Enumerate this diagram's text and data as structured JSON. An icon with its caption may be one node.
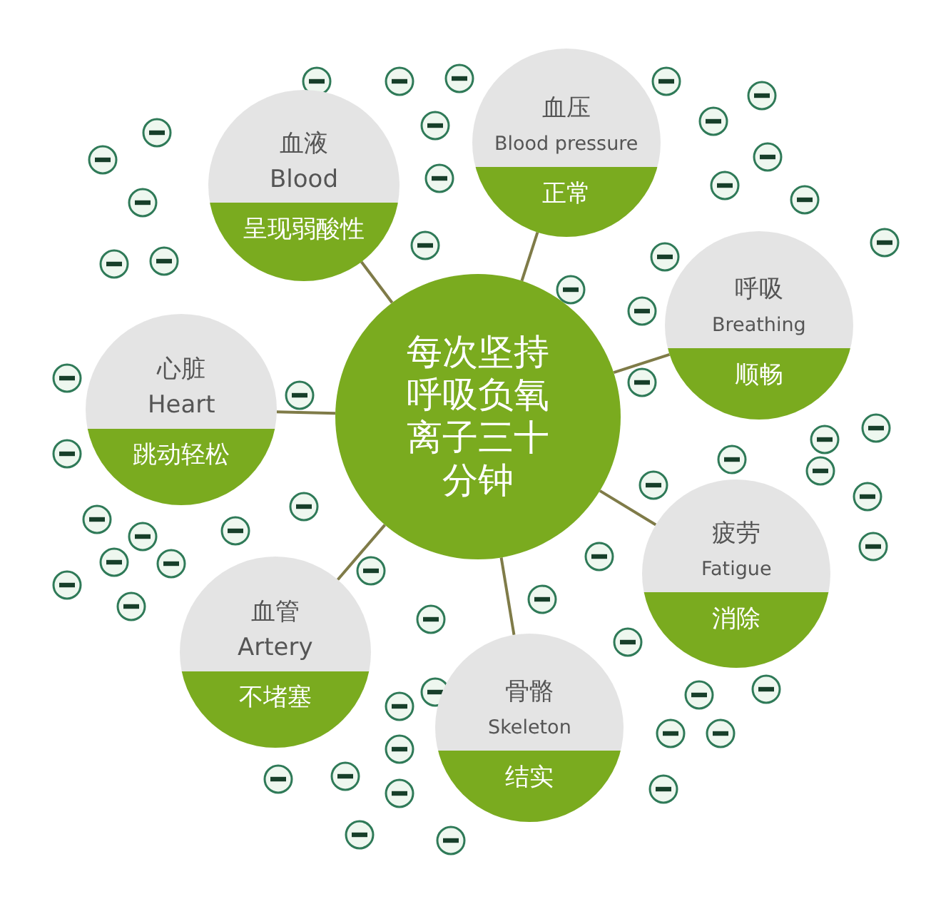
{
  "diagram": {
    "nodes": [
      {
        "text": [
          "每次坚持呼吸负氧离子三十分钟"
        ]
      },
      {
        "text": [
          "血液",
          "Blood",
          "呈现弱酸性"
        ]
      },
      {
        "text": [
          "血压",
          "Blood pressure",
          "正常"
        ]
      },
      {
        "text": [
          "呼吸",
          "Breathing",
          "顺畅"
        ]
      },
      {
        "text": [
          "心脏",
          "Heart",
          "跳动轻松"
        ]
      },
      {
        "text": [
          "疲劳",
          "Fatigue",
          "消除"
        ]
      },
      {
        "text": [
          "血管",
          "Artery",
          "不堵塞"
        ]
      },
      {
        "text": [
          "骨骼",
          "Skeleton",
          "结实"
        ]
      }
    ],
    "edges": [
      {
        "from": 0,
        "to": 1,
        "arrow": "none"
      },
      {
        "from": 0,
        "to": 2,
        "arrow": "none"
      },
      {
        "from": 0,
        "to": 3,
        "arrow": "none"
      },
      {
        "from": 0,
        "to": 4,
        "arrow": "none"
      },
      {
        "from": 0,
        "to": 5,
        "arrow": "none"
      },
      {
        "from": 0,
        "to": 6,
        "arrow": "none"
      },
      {
        "from": 0,
        "to": 7,
        "arrow": "none"
      }
    ]
  }
}
